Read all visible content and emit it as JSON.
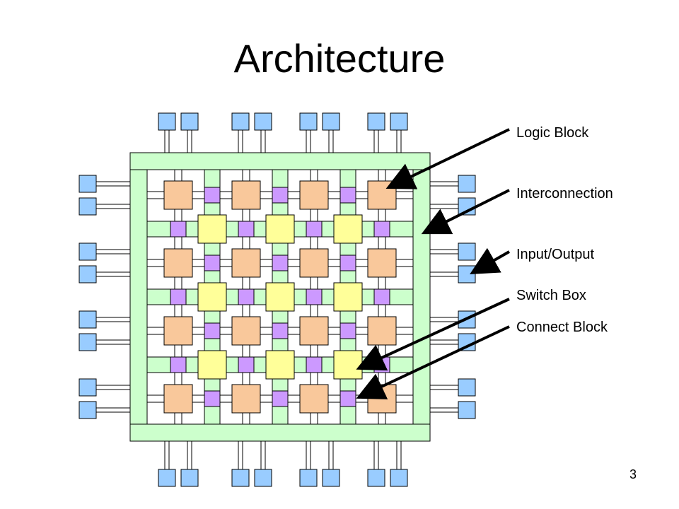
{
  "slide": {
    "title": "Architecture",
    "page_number": "3"
  },
  "labels": {
    "logic_block": "Logic Block",
    "interconnection": "Interconnection",
    "input_output": "Input/Output",
    "switch_box": "Switch Box",
    "connect_block": "Connect Block"
  },
  "colors": {
    "logic_block": "#f9c89b",
    "switch_box": "#ffff99",
    "connect_block": "#cc99ff",
    "io_pad": "#99ccff",
    "interconnect": "#ccffcc",
    "outline": "#000000"
  }
}
